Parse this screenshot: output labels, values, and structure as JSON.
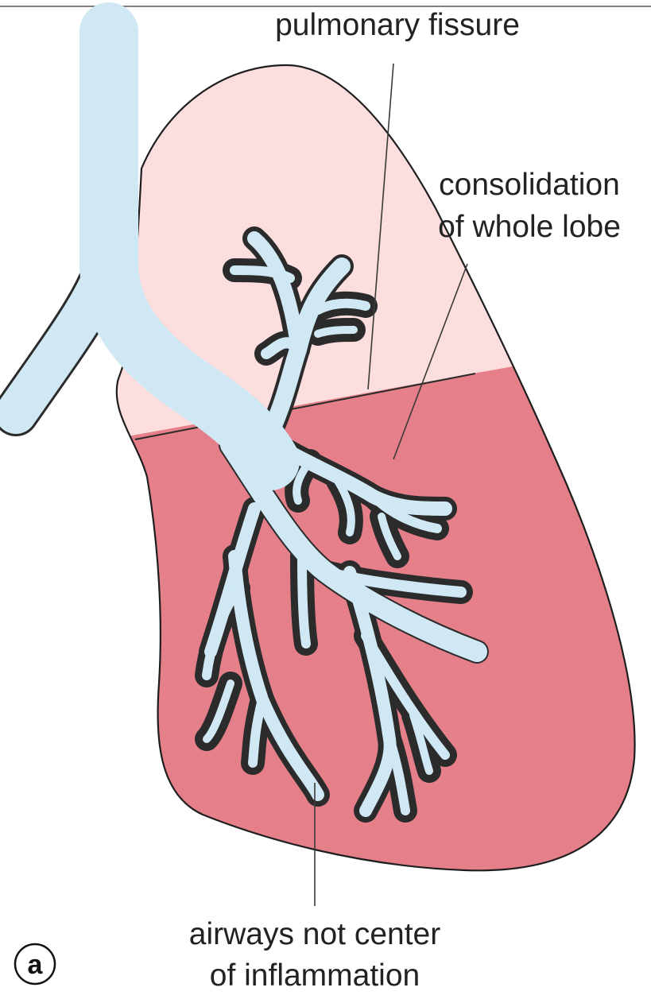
{
  "labels": {
    "pulmonary_fissure": "pulmonary fissure",
    "consolidation_line1": "consolidation",
    "consolidation_line2": "of whole lobe",
    "airways_line1": "airways not center",
    "airways_line2": "of inflammation",
    "panel_letter": "a"
  },
  "colors": {
    "upper_lobe": "#fbdedd",
    "lower_lobe_consolidated": "#e5808a",
    "airway": "#cfe8f3",
    "outline": "#1e1e1e"
  }
}
